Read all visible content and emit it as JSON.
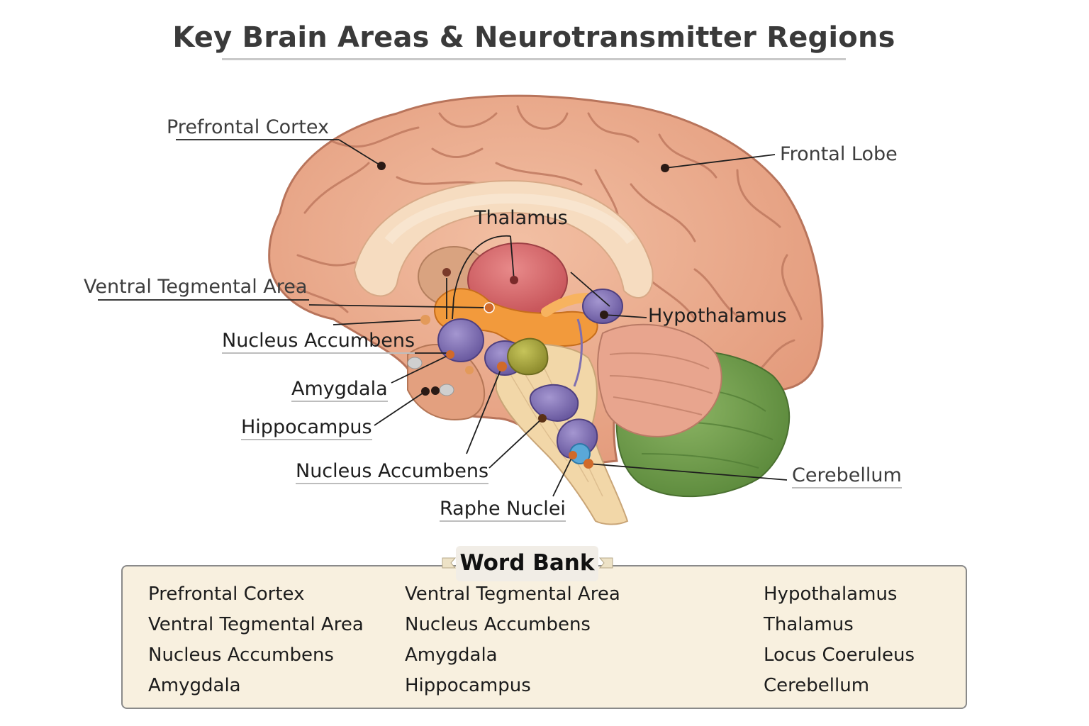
{
  "title": "Key Brain Areas & Neurotransmitter Regions",
  "labels": {
    "prefrontal_cortex": "Prefrontal Cortex",
    "frontal_lobe": "Frontal Lobe",
    "thalamus": "Thalamus",
    "ventral_tegmental_area": "Ventral Tegmental Area",
    "hypothalamus": "Hypothalamus",
    "nucleus_accumbens_1": "Nucleus Accumbens",
    "amygdala": "Amygdala",
    "hippocampus": "Hippocampus",
    "nucleus_accumbens_2": "Nucleus Accumbens",
    "raphe_nuclei": "Raphe Nuclei",
    "cerebellum": "Cerebellum"
  },
  "word_bank": {
    "title": "Word Bank",
    "columns": [
      [
        "Prefrontal Cortex",
        "Ventral Tegmental Area",
        "Nucleus Accumbens",
        "Amygdala"
      ],
      [
        "Ventral Tegmental Area",
        "Nucleus Accumbens",
        "Amygdala",
        "Hippocampus"
      ],
      [
        "Hypothalamus",
        "Thalamus",
        "Locus Coeruleus",
        "Cerebellum"
      ]
    ]
  },
  "colors": {
    "cortex": "#eaa889",
    "cortex_dark": "#c9785d",
    "corpus_callosum": "#f6dcc0",
    "thalamus": "#d9676b",
    "orange_structures": "#f29a3c",
    "purple_nuclei": "#7e6fb0",
    "olive_nucleus": "#a8a83a",
    "brainstem": "#f2d7a8",
    "cerebellum_white": "#e8a58e",
    "cerebellum_green": "#6f9a4a",
    "raphe_blue": "#5aa8d8",
    "word_bank_bg": "#f8f0df"
  }
}
